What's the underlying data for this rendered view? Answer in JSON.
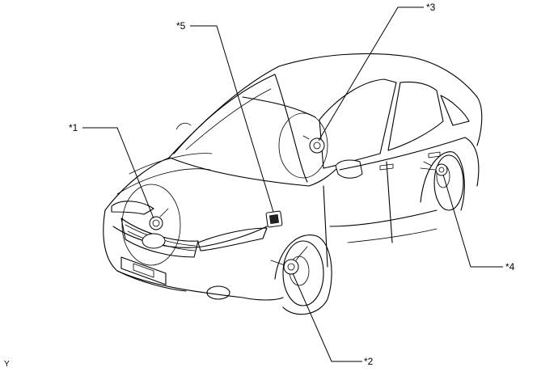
{
  "callouts": [
    {
      "id": "c1",
      "label": "*1"
    },
    {
      "id": "c2",
      "label": "*2"
    },
    {
      "id": "c3",
      "label": "*3"
    },
    {
      "id": "c4",
      "label": "*4"
    },
    {
      "id": "c5",
      "label": "*5"
    }
  ],
  "figure_code": "Y"
}
